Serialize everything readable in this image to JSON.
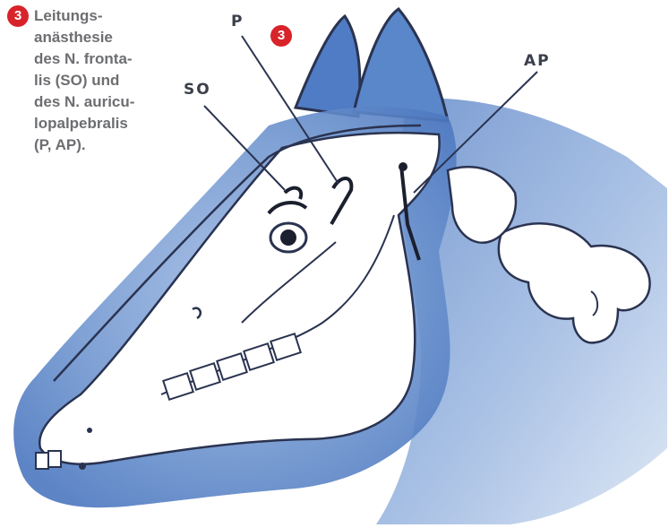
{
  "caption": {
    "number": "3",
    "lines": [
      "Leitungs-",
      "anästhesie",
      "des N. fronta-",
      "lis (SO) und",
      "des N. auricu-",
      "lopalpebralis",
      "(P, AP)."
    ]
  },
  "labels": {
    "so": "SO",
    "p": "P",
    "ap": "AP",
    "marker": "3"
  },
  "colors": {
    "badge": "#d8232a",
    "caption_text": "#6d6e71",
    "wash": "#5b86c8",
    "outline": "#2a3350"
  }
}
